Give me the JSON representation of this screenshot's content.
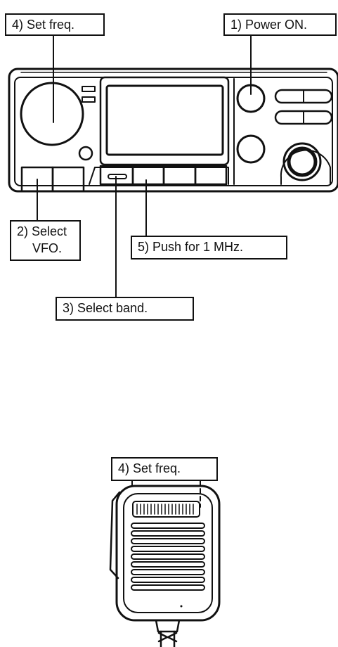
{
  "callouts": {
    "set_freq_top": "4) Set freq.",
    "power_on": "1) Power ON.",
    "select_vfo_line1": "2) Select",
    "select_vfo_line2": "VFO.",
    "push_1mhz": "5) Push for 1 MHz.",
    "select_band": "3) Select band.",
    "set_freq_mic": "4) Set freq."
  },
  "colors": {
    "ink": "#111111",
    "paper": "#ffffff"
  }
}
